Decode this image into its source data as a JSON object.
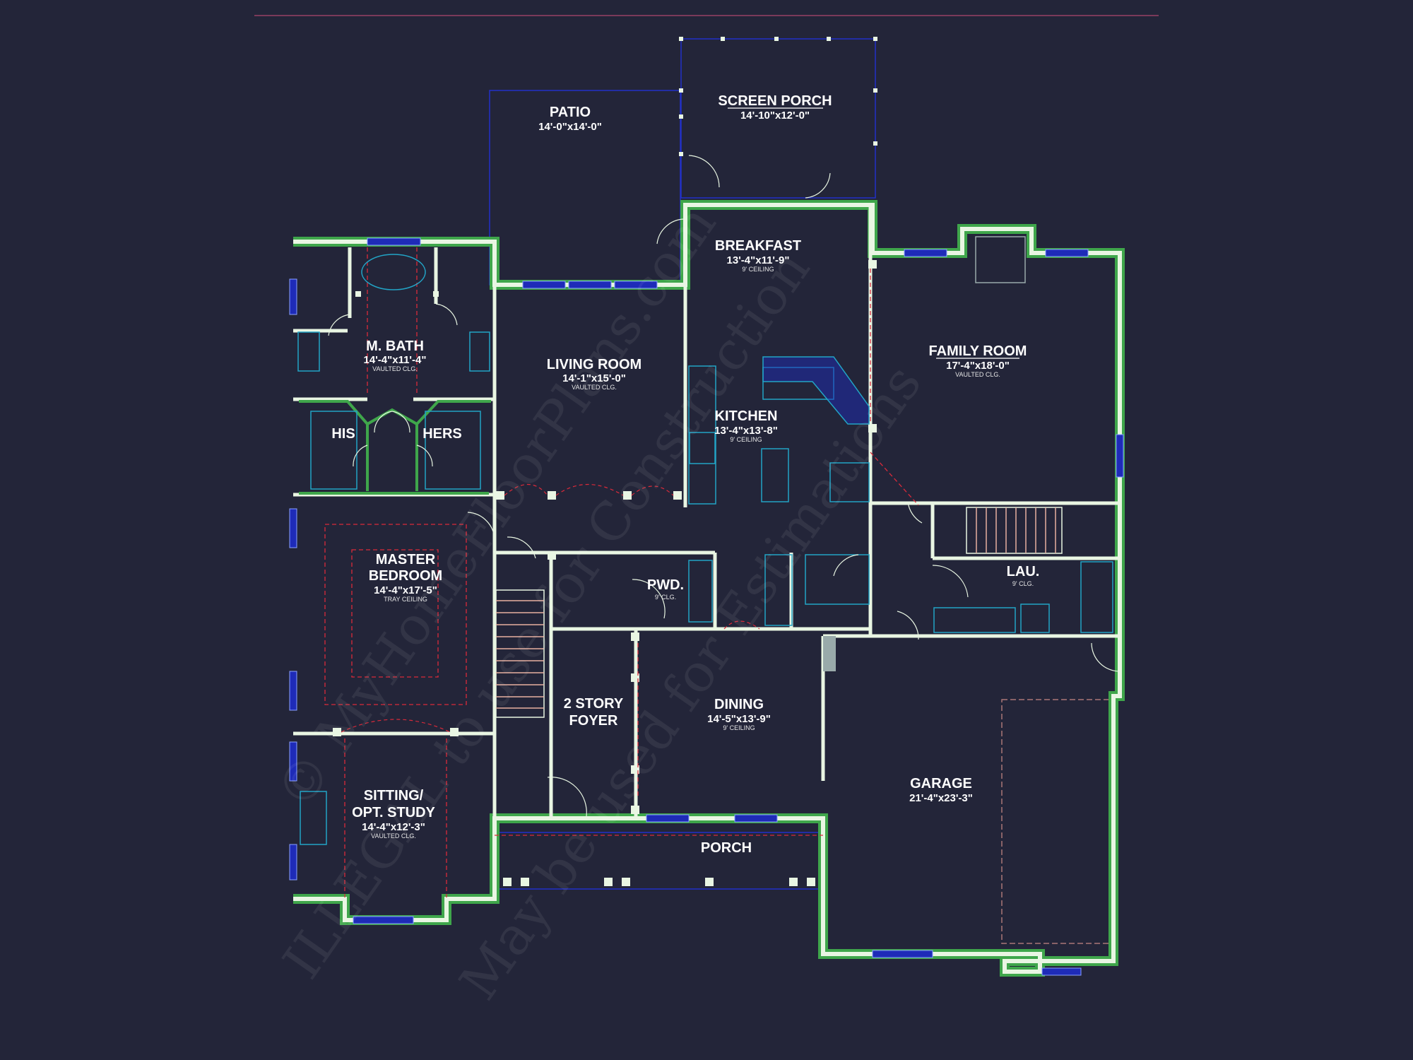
{
  "colors": {
    "background": "#232539",
    "wall": "#e9f6e3",
    "wall_outline": "#3fa64b",
    "window": "#1e2bb8",
    "dashed_red": "#d92a3a",
    "cabinet": "#22a4c6",
    "thin_blue": "#2330c8"
  },
  "rooms": {
    "patio": {
      "name": "PATIO",
      "dims": "14'-0\"x14'-0\""
    },
    "screen_porch": {
      "name": "SCREEN PORCH",
      "dims": "14'-10\"x12'-0\""
    },
    "breakfast": {
      "name": "BREAKFAST",
      "dims": "13'-4\"x11'-9\"",
      "ceiling": "9' CEILING"
    },
    "family_room": {
      "name": "FAMILY ROOM",
      "dims": "17'-4\"x18'-0\"",
      "ceiling": "VAULTED CLG."
    },
    "m_bath": {
      "name": "M. BATH",
      "dims": "14'-4\"x11'-4\"",
      "ceiling": "VAULTED CLG."
    },
    "living_room": {
      "name": "LIVING ROOM",
      "dims": "14'-1\"x15'-0\"",
      "ceiling": "VAULTED CLG."
    },
    "kitchen": {
      "name": "KITCHEN",
      "dims": "13'-4\"x13'-8\"",
      "ceiling": "9' CEILING"
    },
    "his": {
      "name": "HIS"
    },
    "hers": {
      "name": "HERS"
    },
    "master_bedroom": {
      "name_line1": "MASTER",
      "name_line2": "BEDROOM",
      "dims": "14'-4\"x17'-5\"",
      "ceiling": "TRAY CEILING"
    },
    "pwd": {
      "name": "PWD.",
      "ceiling": "9' CLG."
    },
    "lau": {
      "name": "LAU.",
      "ceiling": "9' CLG."
    },
    "foyer": {
      "name_line1": "2 STORY",
      "name_line2": "FOYER"
    },
    "dining": {
      "name": "DINING",
      "dims": "14'-5\"x13'-9\"",
      "ceiling": "9' CEILING"
    },
    "garage": {
      "name": "GARAGE",
      "dims": "21'-4\"x23'-3\""
    },
    "sitting": {
      "name_line1": "SITTING/",
      "name_line2": "OPT. STUDY",
      "dims": "14'-4\"x12'-3\"",
      "ceiling": "VAULTED CLG."
    },
    "porch": {
      "name": "PORCH"
    }
  },
  "watermark": {
    "line1": "© MyHomeFloorPlans.com",
    "line2": "ILLEGAL to use for Construction",
    "line3": "May be used for Estimations"
  }
}
